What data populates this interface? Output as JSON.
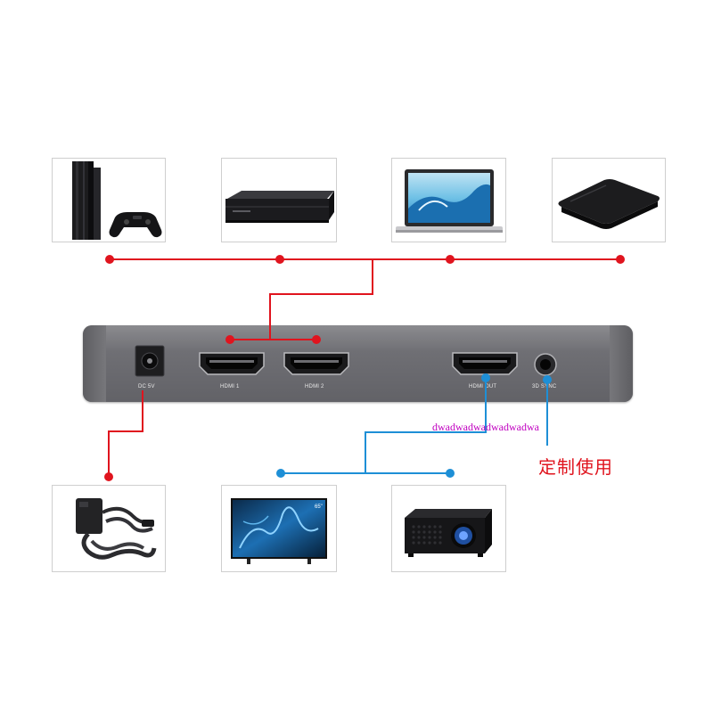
{
  "device": {
    "ports": [
      {
        "id": "dc",
        "label": "DC 5V"
      },
      {
        "id": "hdmi1",
        "label": "HDMI 1"
      },
      {
        "id": "hdmi2",
        "label": "HDMI 2"
      },
      {
        "id": "hdmiout",
        "label": "HDMI OUT"
      },
      {
        "id": "sync",
        "label": "3D SYNC"
      }
    ]
  },
  "sources": [
    {
      "name": "game-console",
      "icon": "game-console-icon"
    },
    {
      "name": "dvd-player",
      "icon": "dvd-player-icon"
    },
    {
      "name": "laptop",
      "icon": "laptop-icon"
    },
    {
      "name": "set-top-box",
      "icon": "set-top-box-icon"
    }
  ],
  "outputs": [
    {
      "name": "power-adapter",
      "icon": "power-adapter-icon"
    },
    {
      "name": "television",
      "icon": "television-icon",
      "badge": "65\""
    },
    {
      "name": "projector",
      "icon": "projector-icon"
    }
  ],
  "annotations": {
    "watermark": "dwadwadwadwadwadwa",
    "custom_note": "定制使用"
  },
  "colors": {
    "input_line": "#e0141e",
    "output_line": "#1e8fd6",
    "device_body": "#6f6f74",
    "custom_note": "#e0141e",
    "watermark": "#c000c0"
  }
}
